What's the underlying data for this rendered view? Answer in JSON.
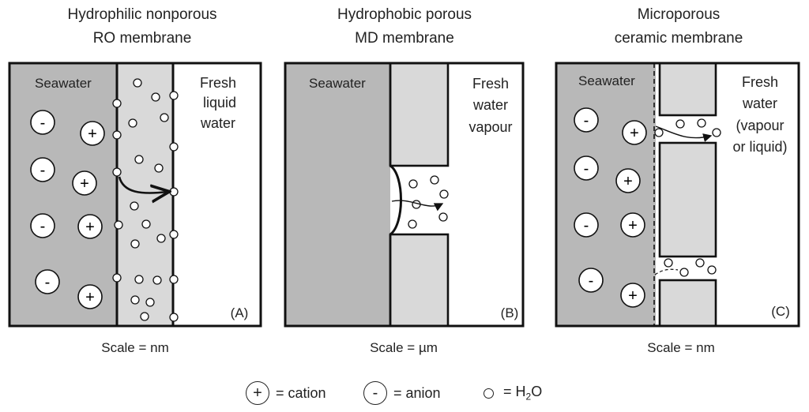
{
  "panels": [
    {
      "title_line1": "Hydrophilic nonporous",
      "title_line2": "RO membrane",
      "feed_label": "Seawater",
      "product_label": [
        "Fresh",
        "liquid",
        "water"
      ],
      "panel_label": "(A)",
      "scale": "Scale = nm"
    },
    {
      "title_line1": "Hydrophobic porous",
      "title_line2": "MD membrane",
      "feed_label": "Seawater",
      "product_label": [
        "Fresh",
        "water",
        "vapour"
      ],
      "panel_label": "(B)",
      "scale": "Scale = µm"
    },
    {
      "title_line1": "Microporous",
      "title_line2": "ceramic membrane",
      "feed_label": "Seawater",
      "product_label": [
        "Fresh",
        "water",
        "(vapour",
        "or liquid)"
      ],
      "panel_label": "(C)",
      "scale": "Scale = nm"
    }
  ],
  "ion_symbols": {
    "cation": "+",
    "anion": "-"
  },
  "legend": {
    "cation_symbol": "+",
    "cation_label": "= cation",
    "anion_symbol": "-",
    "anion_label": "= anion",
    "water_label_prefix": "= H",
    "water_label_sub": "2",
    "water_label_suffix": "O"
  },
  "colors": {
    "seawater": "#b8b8b8",
    "membrane": "#d9d9d9",
    "outline": "#111111",
    "background": "#ffffff"
  }
}
